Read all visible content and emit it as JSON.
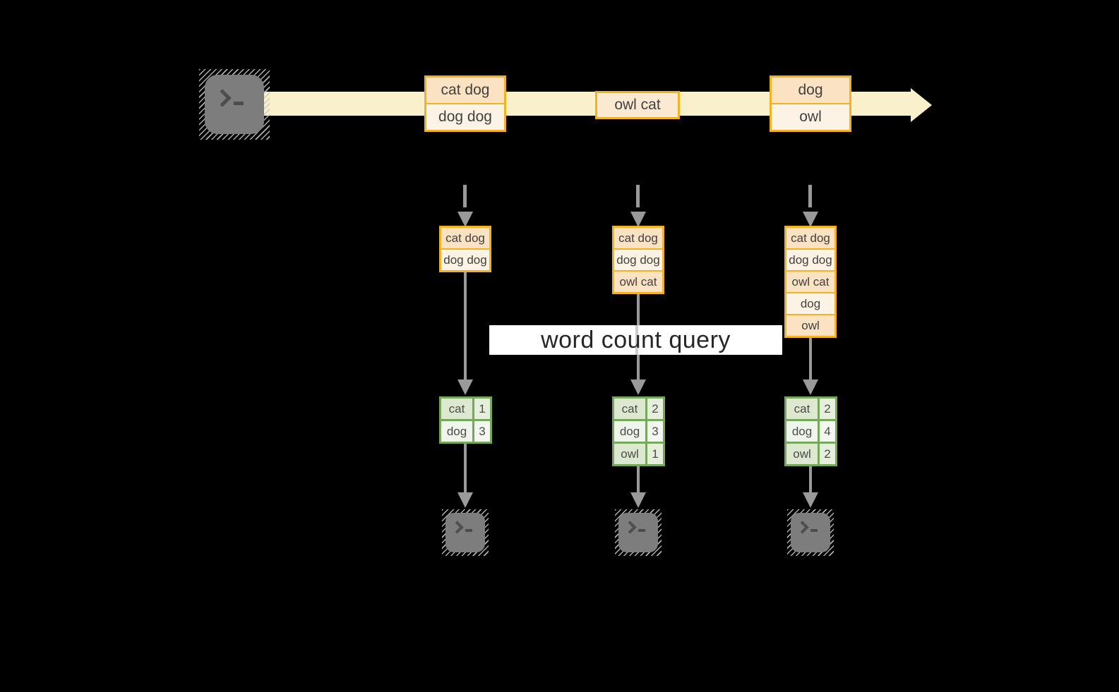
{
  "query_label": "word count query",
  "stream": {
    "events": [
      {
        "rows": [
          "cat dog",
          "dog dog"
        ]
      },
      {
        "rows": [
          "owl cat"
        ]
      },
      {
        "rows": [
          "dog",
          "owl"
        ]
      }
    ]
  },
  "micro_batches": [
    {
      "rows": [
        "cat dog",
        "dog dog"
      ]
    },
    {
      "rows": [
        "cat dog",
        "dog dog",
        "owl cat"
      ]
    },
    {
      "rows": [
        "cat dog",
        "dog dog",
        "owl cat",
        "dog",
        "owl"
      ]
    }
  ],
  "word_counts": [
    {
      "rows": [
        {
          "word": "cat",
          "count": "1"
        },
        {
          "word": "dog",
          "count": "3"
        }
      ]
    },
    {
      "rows": [
        {
          "word": "cat",
          "count": "2"
        },
        {
          "word": "dog",
          "count": "3"
        },
        {
          "word": "owl",
          "count": "1"
        }
      ]
    },
    {
      "rows": [
        {
          "word": "cat",
          "count": "2"
        },
        {
          "word": "dog",
          "count": "4"
        },
        {
          "word": "owl",
          "count": "2"
        }
      ]
    }
  ],
  "icons": {
    "source": "terminal-icon",
    "sink": "terminal-icon"
  },
  "colors": {
    "background": "#000000",
    "stream_band": "#FAF0CC",
    "orange_border": "#F2B222",
    "peach_fill": "#FBE2C2",
    "cream_fill": "#FDF3E5",
    "single_event_fill": "#FBE9D2",
    "green_border": "#76A85C",
    "green_cell_dark": "#DCE8D0",
    "green_cell_light": "#F0F5EB",
    "arrow_gray": "#9A9A9A",
    "terminal_gray": "#7D7D7D",
    "banner_bg": "#FFFFFF",
    "banner_text": "#262626"
  }
}
